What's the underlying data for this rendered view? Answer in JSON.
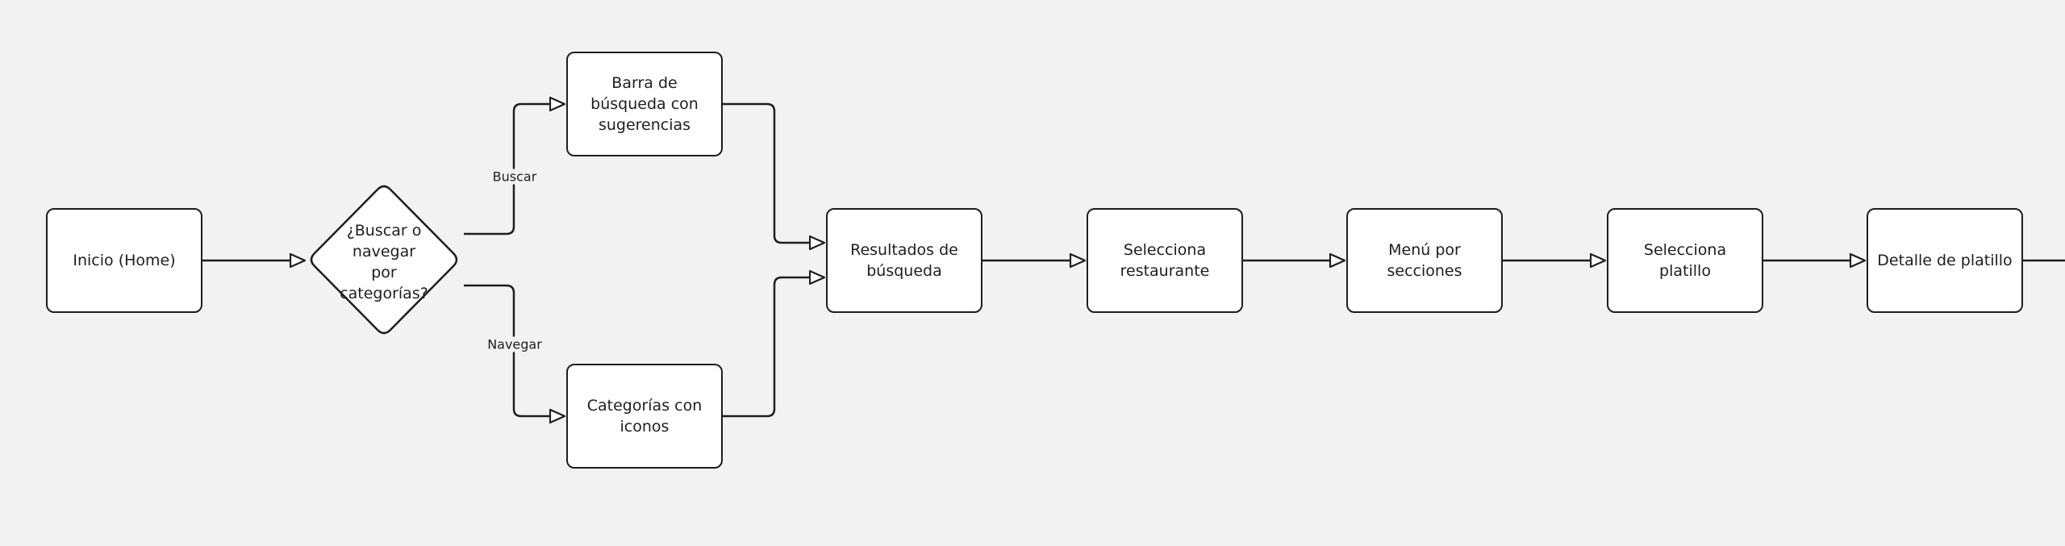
{
  "diagram": {
    "nodes": {
      "inicio": "Inicio (Home)",
      "decision_line1": "¿Buscar o",
      "decision_line2": "navegar",
      "decision_line3": "por",
      "decision_line4": "categorías?",
      "barra_line1": "Barra de",
      "barra_line2": "búsqueda con",
      "barra_line3": "sugerencias",
      "categorias_line1": "Categorías con",
      "categorias_line2": "iconos",
      "resultados_line1": "Resultados de",
      "resultados_line2": "búsqueda",
      "restaurante_line1": "Selecciona",
      "restaurante_line2": "restaurante",
      "menu_line1": "Menú por",
      "menu_line2": "secciones",
      "platillo": "Selecciona platillo",
      "detalle": "Detalle de platillo"
    },
    "edge_labels": {
      "buscar": "Buscar",
      "navegar": "Navegar"
    },
    "colors": {
      "background": "#f2f2f2",
      "stroke": "#1e1e1e",
      "node_fill": "#ffffff"
    }
  }
}
